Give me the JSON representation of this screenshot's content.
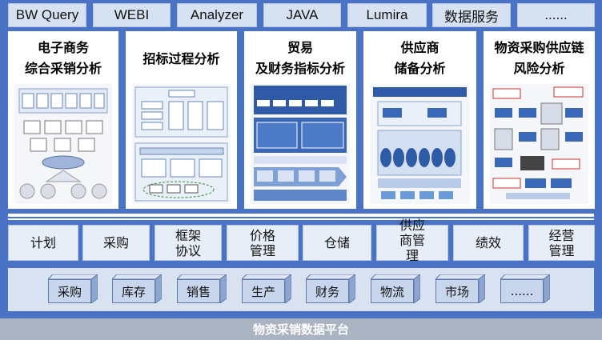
{
  "tools": [
    "BW Query",
    "WEBI",
    "Analyzer",
    "JAVA",
    "Lumira",
    "数据服务",
    "......"
  ],
  "analysis_cards": [
    {
      "line1": "电子商务",
      "line2": "综合采销分析"
    },
    {
      "line1": "招标过程分析",
      "line2": ""
    },
    {
      "line1": "贸易",
      "line2": "及财务指标分析"
    },
    {
      "line1": "供应商",
      "line2": "储备分析"
    },
    {
      "line1": "物资采购供应链",
      "line2": "风险分析"
    }
  ],
  "processes": [
    [
      "计划"
    ],
    [
      "采购"
    ],
    [
      "框架",
      "协议"
    ],
    [
      "价格",
      "管理"
    ],
    [
      "仓储"
    ],
    [
      "供应",
      "商管",
      "理"
    ],
    [
      "绩效"
    ],
    [
      "经营",
      "管理"
    ]
  ],
  "systems": [
    "采购",
    "库存",
    "销售",
    "生产",
    "财务",
    "物流",
    "市场",
    "......"
  ],
  "platform": {
    "title": "物资采销数据平台"
  },
  "colors": {
    "panel": "#4a73c6",
    "card_bg": "#ffffff",
    "box_bg": "#e8eef8",
    "cube": "#c7d6ec",
    "footer": "#a9b3c2"
  }
}
